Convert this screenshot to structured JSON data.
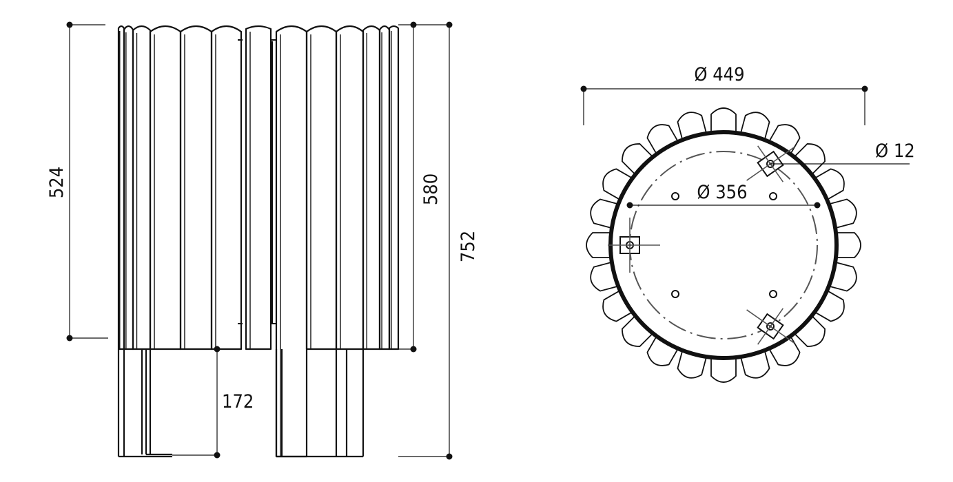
{
  "colors": {
    "stroke": "#111111",
    "ring": "#111111",
    "centerline": "#555555",
    "background": "#ffffff"
  },
  "elevation": {
    "dimensions": {
      "height_upper": "524",
      "height_slats": "580",
      "height_total": "752",
      "leg_height": "172"
    }
  },
  "plan": {
    "slat_count": 24,
    "dimensions": {
      "outer_diameter": "Ø 449",
      "hole_diameter": "Ø 12",
      "bolt_circle": "Ø 356"
    }
  }
}
